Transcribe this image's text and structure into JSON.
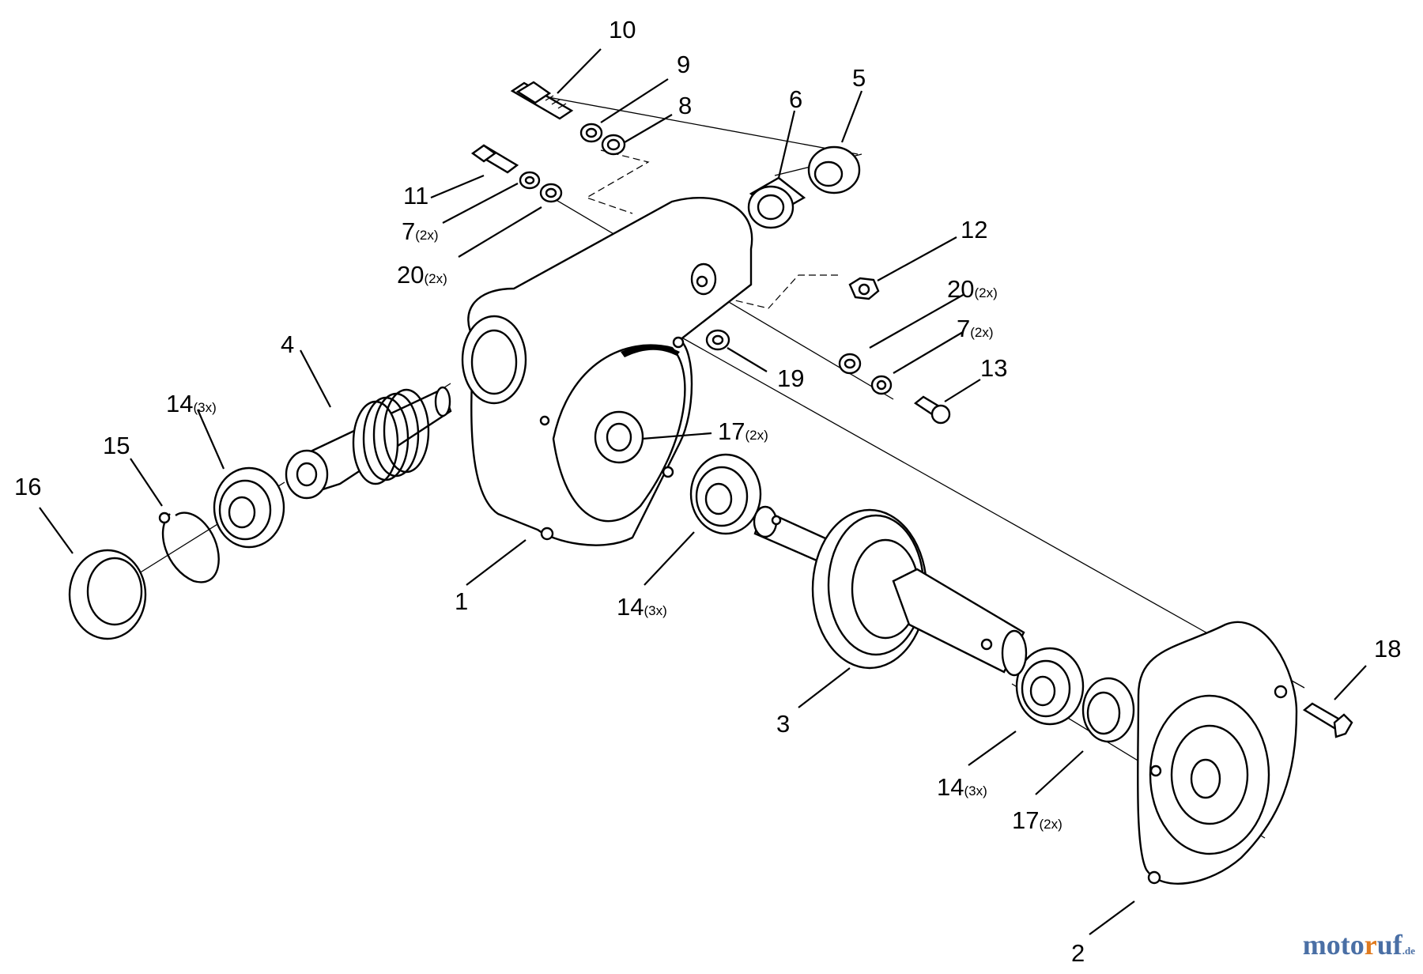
{
  "callouts": [
    {
      "id": "c10",
      "number": "10",
      "qty": ""
    },
    {
      "id": "c9",
      "number": "9",
      "qty": ""
    },
    {
      "id": "c8",
      "number": "8",
      "qty": ""
    },
    {
      "id": "c6",
      "number": "6",
      "qty": ""
    },
    {
      "id": "c5",
      "number": "5",
      "qty": ""
    },
    {
      "id": "c11",
      "number": "11",
      "qty": ""
    },
    {
      "id": "c7a",
      "number": "7",
      "qty": "(2x)"
    },
    {
      "id": "c20a",
      "number": "20",
      "qty": "(2x)"
    },
    {
      "id": "c12",
      "number": "12",
      "qty": ""
    },
    {
      "id": "c20b",
      "number": "20",
      "qty": "(2x)"
    },
    {
      "id": "c7b",
      "number": "7",
      "qty": "(2x)"
    },
    {
      "id": "c13",
      "number": "13",
      "qty": ""
    },
    {
      "id": "c19",
      "number": "19",
      "qty": ""
    },
    {
      "id": "c4",
      "number": "4",
      "qty": ""
    },
    {
      "id": "c14a",
      "number": "14",
      "qty": "(3x)"
    },
    {
      "id": "c15",
      "number": "15",
      "qty": ""
    },
    {
      "id": "c16",
      "number": "16",
      "qty": ""
    },
    {
      "id": "c17a",
      "number": "17",
      "qty": "(2x)"
    },
    {
      "id": "c1",
      "number": "1",
      "qty": ""
    },
    {
      "id": "c14b",
      "number": "14",
      "qty": "(3x)"
    },
    {
      "id": "c3",
      "number": "3",
      "qty": ""
    },
    {
      "id": "c18",
      "number": "18",
      "qty": ""
    },
    {
      "id": "c14c",
      "number": "14",
      "qty": "(3x)"
    },
    {
      "id": "c17b",
      "number": "17",
      "qty": "(2x)"
    },
    {
      "id": "c2",
      "number": "2",
      "qty": ""
    }
  ],
  "watermark": {
    "part1": "moto",
    "part2": "r",
    "part3": "uf",
    "suffix": ".de"
  }
}
